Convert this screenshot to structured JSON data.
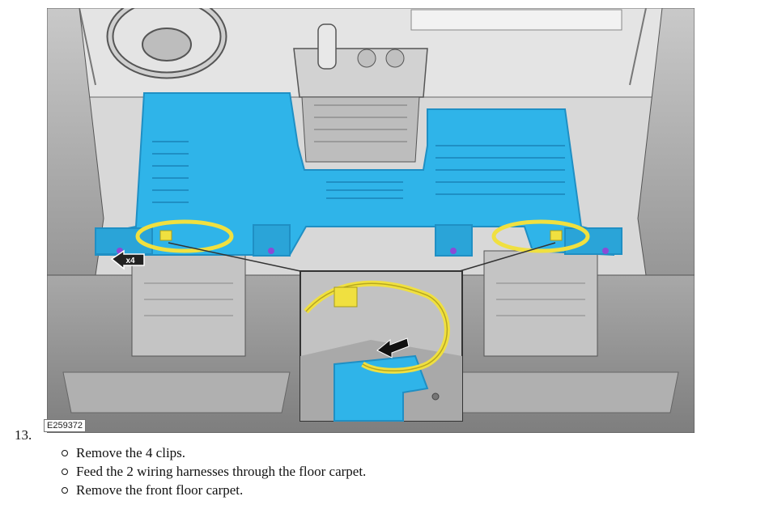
{
  "figure": {
    "id": "E259372",
    "callout_count": "x4",
    "icons": [
      "steering-wheel-icon",
      "gear-shifter-icon",
      "direction-arrow-icon",
      "clip-icon"
    ],
    "colors": {
      "carpet": "#2fb4e9",
      "carpet_dark": "#1f8fc4",
      "wiring_harness": "#f0e040",
      "vehicle_body": "#9a9a9a",
      "callout_bg": "#222222"
    }
  },
  "step": {
    "number": "13.",
    "items": [
      "Remove the 4 clips.",
      "Feed the 2 wiring harnesses through the floor carpet.",
      "Remove the front floor carpet."
    ]
  }
}
